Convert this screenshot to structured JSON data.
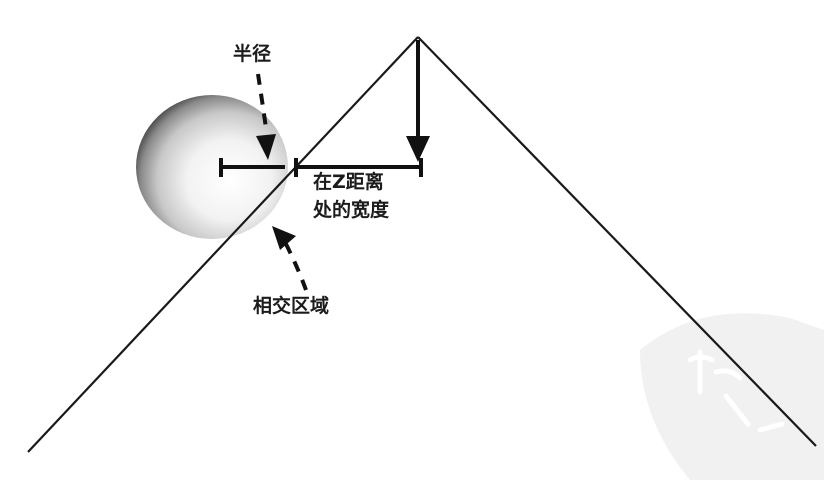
{
  "labels": {
    "radius": "半径",
    "width_line1": "在Z距离",
    "width_line2": "处的宽度",
    "intersection": "相交区域"
  },
  "colors": {
    "line": "#1a1a1a",
    "sphere_highlight": "#ffffff",
    "sphere_shadow": "#4a4a4a",
    "background": "#ffffff",
    "watermark": "#e3e3e3"
  }
}
